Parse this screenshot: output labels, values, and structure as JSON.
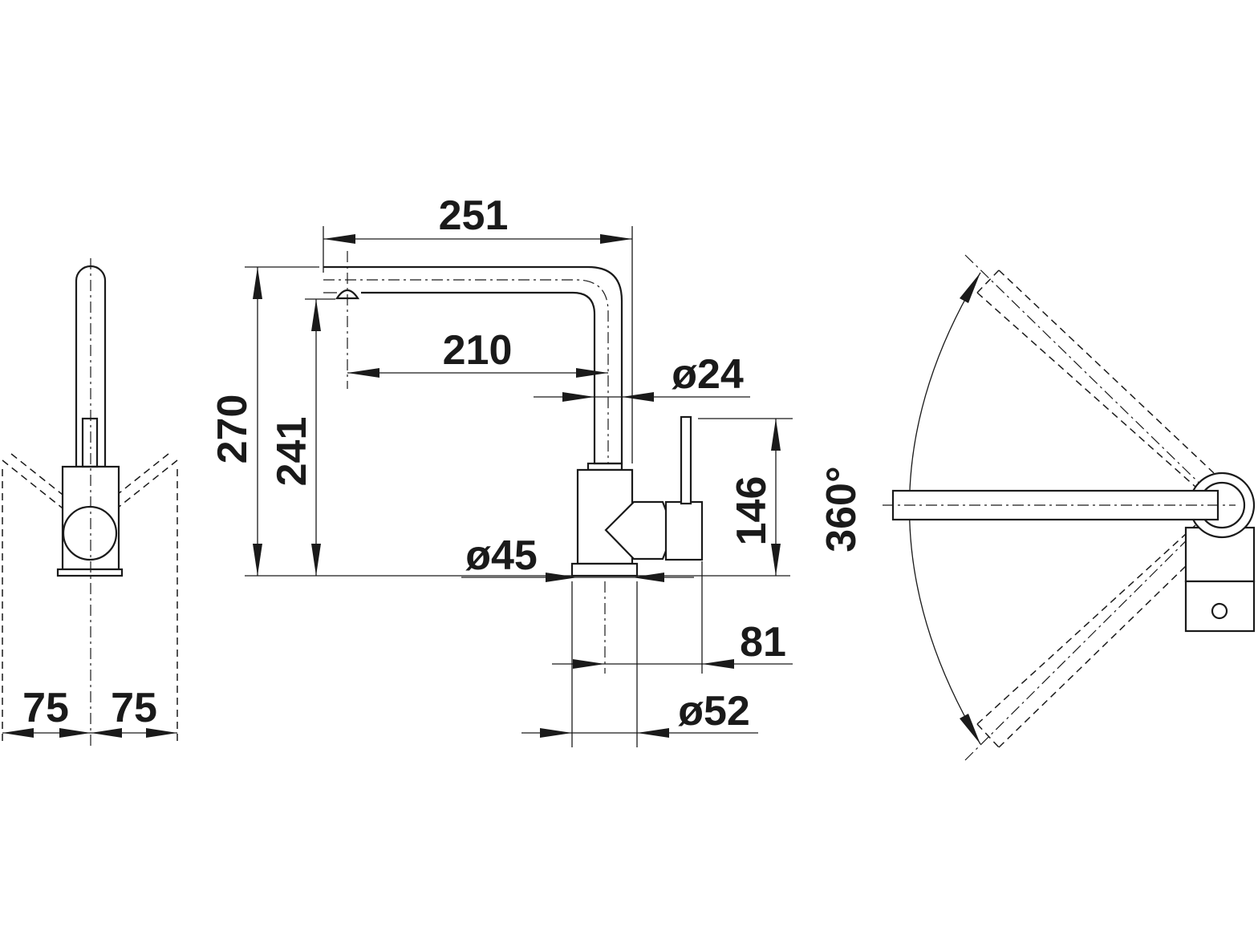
{
  "side_view": {
    "dim_left": "75",
    "dim_right": "75"
  },
  "front_view": {
    "dim_top_width": "251",
    "dim_spout_reach": "210",
    "dim_spout_diameter": "ø24",
    "dim_total_height": "270",
    "dim_outlet_height": "241",
    "dim_lever_height": "146",
    "dim_body_diameter": "ø45",
    "dim_lever_offset": "81",
    "dim_base_diameter": "ø52"
  },
  "top_view": {
    "dim_rotation": "360°"
  },
  "colors": {
    "line": "#1a1a1a",
    "background": "#ffffff"
  }
}
